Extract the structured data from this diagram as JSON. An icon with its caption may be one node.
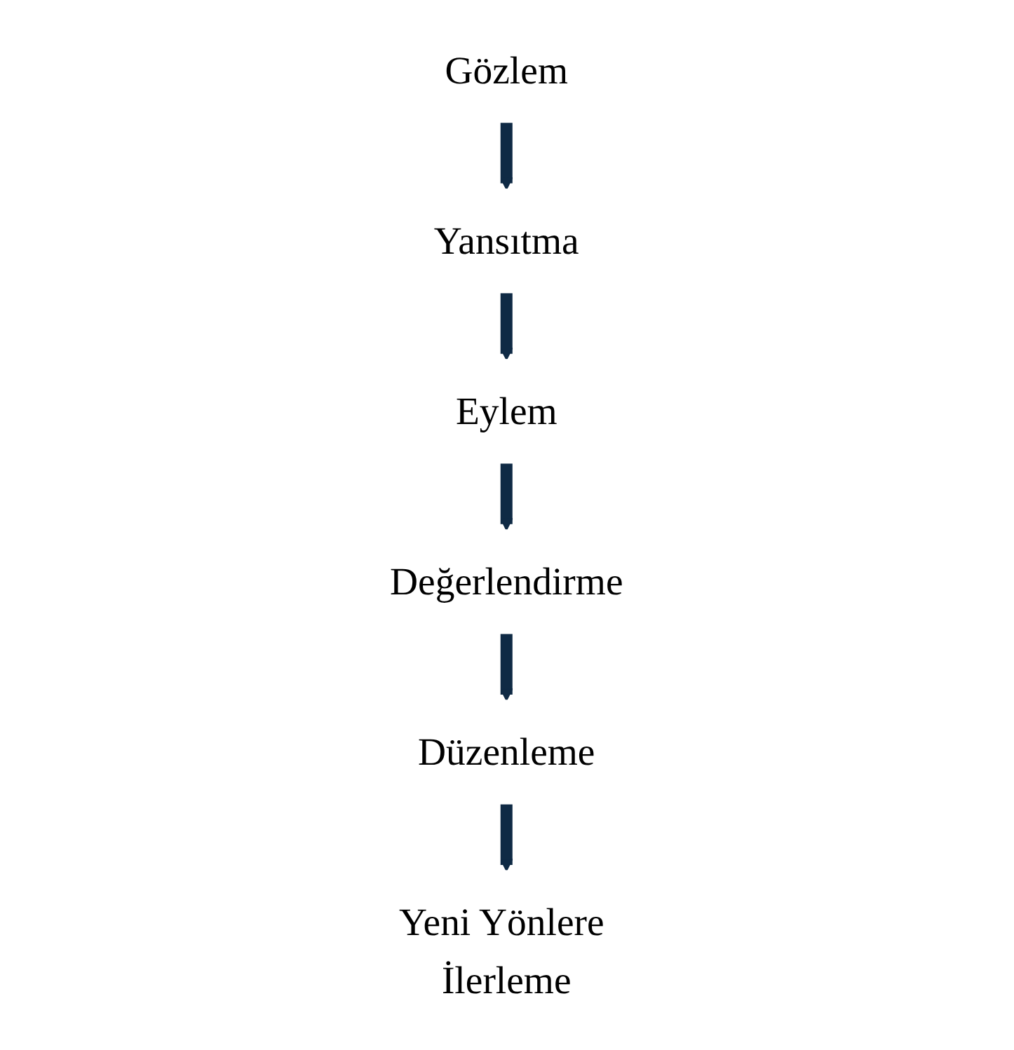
{
  "diagram": {
    "nodes": [
      {
        "text": [
          "Gözlem"
        ]
      },
      {
        "text": [
          "Yansıtma"
        ]
      },
      {
        "text": [
          "Eylem"
        ]
      },
      {
        "text": [
          "Değerlendirme"
        ]
      },
      {
        "text": [
          "Düzenleme"
        ]
      },
      {
        "text": [
          "Yeni Yönlere İlerleme"
        ]
      }
    ],
    "edges": [
      {
        "from": 0,
        "to": 1,
        "arrow": "to"
      },
      {
        "from": 1,
        "to": 2,
        "arrow": "to"
      },
      {
        "from": 2,
        "to": 3,
        "arrow": "to"
      },
      {
        "from": 3,
        "to": 4,
        "arrow": "to"
      },
      {
        "from": 4,
        "to": 5,
        "arrow": "to"
      }
    ]
  }
}
